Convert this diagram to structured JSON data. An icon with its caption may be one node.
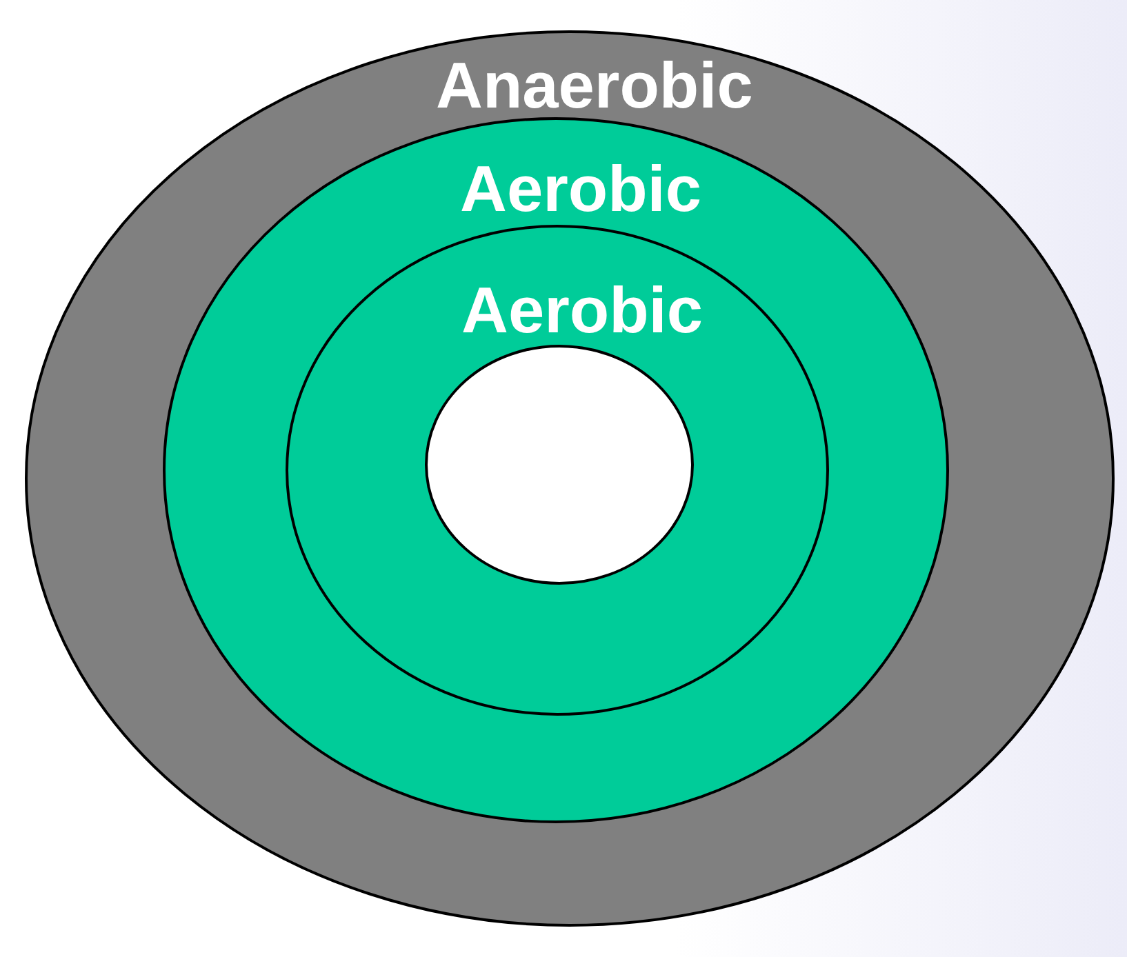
{
  "diagram": {
    "nodes": [
      {
        "text": [
          "Anaerobic"
        ]
      },
      {
        "text": [
          "Aerobic"
        ],
        "in": 0
      },
      {
        "text": [
          "Aerobic"
        ],
        "in": 1
      },
      {
        "text": [],
        "shape": "circle",
        "in": 2
      }
    ]
  }
}
